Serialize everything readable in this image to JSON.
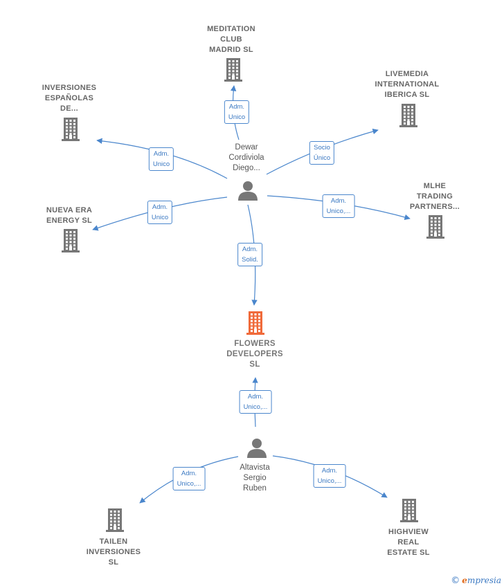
{
  "colors": {
    "edge": "#4a86cc",
    "company_icon": "#777777",
    "focus_icon": "#f06a3a",
    "person_icon": "#777777",
    "label_border": "#4a86cc",
    "label_text": "#3a78c2"
  },
  "nodes": [
    {
      "id": "meditation",
      "kind": "company",
      "lines": [
        "MEDITATION",
        "CLUB",
        "MADRID  SL"
      ]
    },
    {
      "id": "livemedia",
      "kind": "company",
      "lines": [
        "LIVEMEDIA",
        "INTERNATIONAL",
        "IBERICA  SL"
      ]
    },
    {
      "id": "inversiones",
      "kind": "company",
      "lines": [
        "INVERSIONES",
        "ESPAÑOLAS",
        "DE..."
      ]
    },
    {
      "id": "dewar",
      "kind": "person",
      "lines": [
        "Dewar",
        "Cordiviola",
        "Diego..."
      ]
    },
    {
      "id": "nuevaera",
      "kind": "company",
      "lines": [
        "NUEVA ERA",
        "ENERGY  SL"
      ]
    },
    {
      "id": "mlhe",
      "kind": "company",
      "lines": [
        "MLHE",
        "TRADING",
        "PARTNERS..."
      ]
    },
    {
      "id": "flowers",
      "kind": "focus",
      "lines": [
        "FLOWERS",
        "DEVELOPERS",
        "SL"
      ]
    },
    {
      "id": "altavista",
      "kind": "person",
      "lines": [
        "Altavista",
        "Sergio",
        "Ruben"
      ]
    },
    {
      "id": "tailen",
      "kind": "company",
      "lines": [
        "TAILEN",
        "INVERSIONES",
        "SL"
      ]
    },
    {
      "id": "highview",
      "kind": "company",
      "lines": [
        "HIGHVIEW",
        "REAL",
        "ESTATE  SL"
      ]
    }
  ],
  "edges": [
    {
      "from": "dewar",
      "to": "meditation",
      "lines": [
        "Adm.",
        "Unico"
      ]
    },
    {
      "from": "dewar",
      "to": "livemedia",
      "lines": [
        "Socio",
        "Único"
      ]
    },
    {
      "from": "dewar",
      "to": "inversiones",
      "lines": [
        "Adm.",
        "Unico"
      ]
    },
    {
      "from": "dewar",
      "to": "nuevaera",
      "lines": [
        "Adm.",
        "Unico"
      ]
    },
    {
      "from": "dewar",
      "to": "mlhe",
      "lines": [
        "Adm.",
        "Unico,..."
      ]
    },
    {
      "from": "dewar",
      "to": "flowers",
      "lines": [
        "Adm.",
        "Solid."
      ]
    },
    {
      "from": "altavista",
      "to": "flowers",
      "lines": [
        "Adm.",
        "Unico,..."
      ]
    },
    {
      "from": "altavista",
      "to": "tailen",
      "lines": [
        "Adm.",
        "Unico,..."
      ]
    },
    {
      "from": "altavista",
      "to": "highview",
      "lines": [
        "Adm.",
        "Unico,..."
      ]
    }
  ],
  "brand": {
    "copyright": "©",
    "first_letter": "e",
    "rest": "mpresia"
  }
}
